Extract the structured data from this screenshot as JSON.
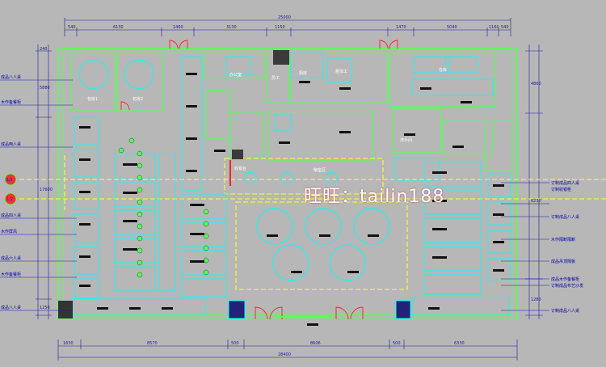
{
  "watermark": "旺旺：tailin188",
  "dimensions": {
    "top_total": "25000",
    "top_segments": [
      "540",
      "6130",
      "1460",
      "3130",
      "1150",
      "1470",
      "5040",
      "1160",
      "540"
    ],
    "bottom_segments": [
      "1650",
      "8570",
      "500",
      "8606",
      "500",
      "6330"
    ],
    "bottom_total": "28400",
    "left": [
      "240",
      "5880",
      "17600",
      "1250"
    ],
    "right": [
      "4860",
      "8230",
      "1280"
    ]
  },
  "left_callouts": [
    "成品八人桌",
    "木作备餐柜",
    "成品两人桌",
    "成品四人桌",
    "木作屏风",
    "成品六人桌",
    "木作备餐柜",
    "成品八人桌"
  ],
  "right_callouts": [
    "订制成品四人桌",
    "订制收银柜",
    "订制成品八人桌",
    "木作隔断隔断",
    "成品吊顶隔板",
    "成品木作备餐柜",
    "订制成品布艺沙发",
    "订制成品八人桌"
  ],
  "rooms": {
    "private1": "包房1",
    "private2": "包房2",
    "office": "办公室",
    "kitchen": "厨房",
    "staff": "员工",
    "prep": "粗加工",
    "storage": "仓库",
    "restroom": "洗手间",
    "entrance": "收银台",
    "dining": "散座区"
  },
  "axis_markers": [
    "1/1",
    "1/2"
  ],
  "colors": {
    "background": "#b7b7b7",
    "wall": "#55ff55",
    "furniture": "#00ffff",
    "dashed_zone": "#ffff33",
    "dimension": "#1a1aa0",
    "door": "#ff2020",
    "marker": "#ff3030"
  }
}
